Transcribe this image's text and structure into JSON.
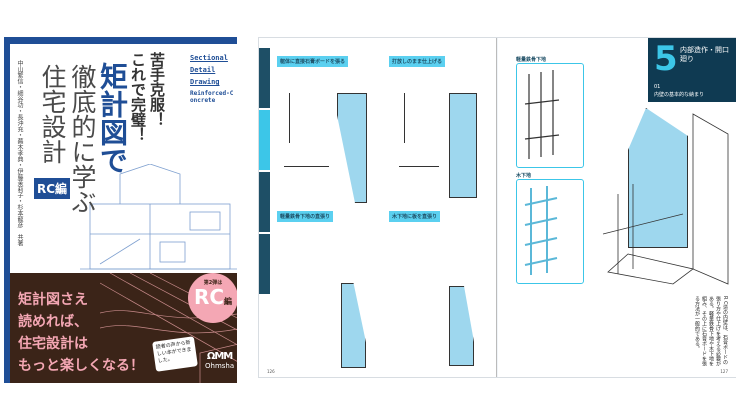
{
  "cover": {
    "title_line1": "住宅設計",
    "title_line2": "徹底的に学ぶ",
    "title_accent": "矩計図で",
    "subtitle1": "苦手克服！",
    "subtitle2": "これで完璧！",
    "edition": "RC編",
    "english_title": [
      "Sectional",
      "Detail",
      "Drawing"
    ],
    "english_sub": "Reinforced-Concrete",
    "authors": "中山繁信・細谷功・長沖充・蕪木孝典・伊藤茉莉子・杉本龍彦　共著",
    "catch": [
      "矩計図さえ",
      "読めれば、",
      "住宅設計は",
      "もっと楽しくなる！"
    ],
    "badge_small": "第2弾は",
    "badge_big": "RC",
    "badge_suffix": "編",
    "bubble": "読者の声から新しい本ができました。",
    "publisher": "Ohmsha",
    "colors": {
      "blue": "#1f4e96",
      "brown": "#3b2418",
      "pink": "#f4a7b4"
    }
  },
  "spread": {
    "left": {
      "headings": [
        "躯体に直接石膏ボードを張る",
        "打放しのまま仕上げる",
        "軽量鉄骨下地の直張り",
        "木下地に板を直張り"
      ],
      "page_number": "126"
    },
    "right": {
      "chapter_number": "5",
      "chapter_title": "内部造作・開口廻り",
      "section_number": "01",
      "section_title": "内壁の基本的な納まり",
      "box1_title": "軽量鉄骨下地",
      "box2_title": "木下地",
      "body_text": "R C造の内壁は、石膏ボードの張り方や仕上げを考える必要がある。軽量鉄骨下地や木下地を組み、その上に石膏ボードを張る方法が一般的である。",
      "page_number": "127"
    }
  }
}
